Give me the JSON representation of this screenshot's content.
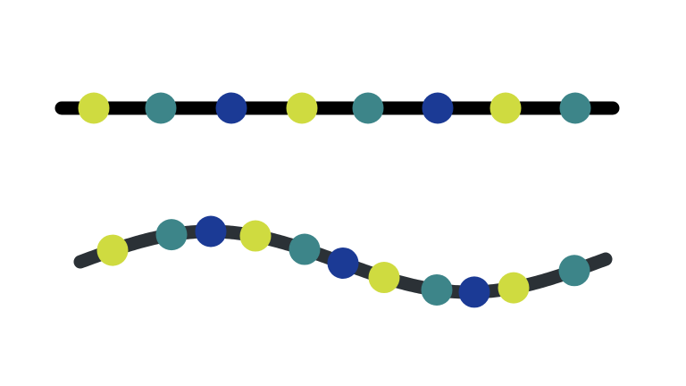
{
  "colors": {
    "background": "#ffffff",
    "straight_strand": "#000000",
    "wavy_strand": "#2b3136",
    "yellow": "#cfdb40",
    "teal": "#3d8589",
    "blue": "#1b3a95"
  },
  "straight_strand": {
    "beads": [
      "yellow",
      "teal",
      "blue",
      "yellow",
      "teal",
      "blue",
      "yellow",
      "teal"
    ]
  },
  "wavy_strand": {
    "beads": [
      "yellow",
      "teal",
      "blue",
      "yellow",
      "teal",
      "blue",
      "yellow",
      "teal",
      "blue",
      "yellow",
      "teal"
    ]
  }
}
